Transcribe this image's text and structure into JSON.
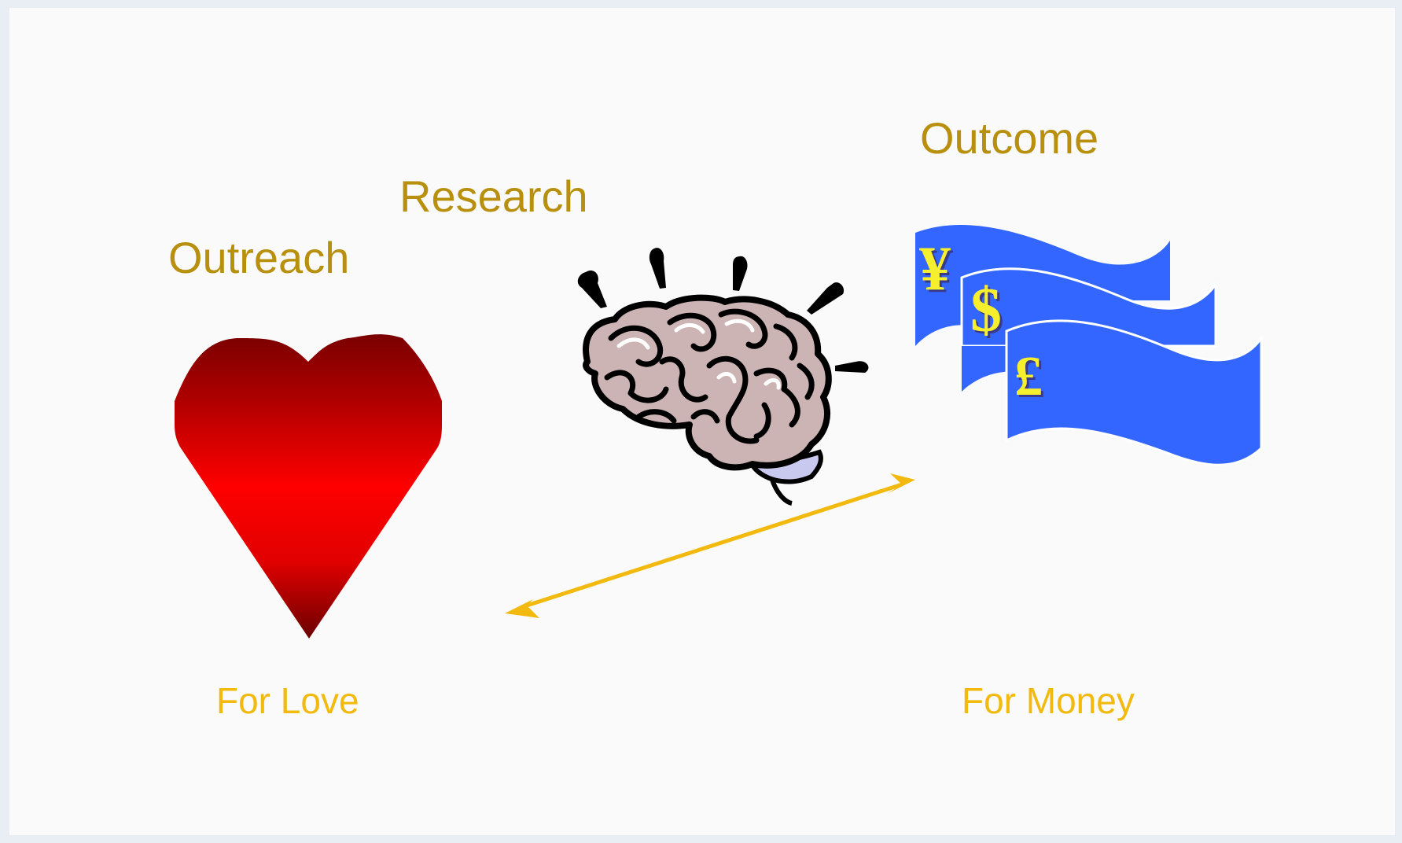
{
  "labels": {
    "outreach": "Outreach",
    "research": "Research",
    "outcome": "Outcome",
    "for_love": "For Love",
    "for_money": "For Money"
  },
  "currency_symbols": {
    "yen": "¥",
    "dollar": "$",
    "pound": "£"
  },
  "colors": {
    "heading_text": "#b8900e",
    "caption_text": "#f2b90f",
    "arrow": "#f2b90f",
    "banknote_blue": "#3366ff",
    "currency_symbol": "#f5ef2e",
    "heart_dark": "#7a0000",
    "heart_bright": "#ff0000",
    "brain_fill": "#cdb4b4"
  },
  "icons": [
    "heart-icon",
    "brain-icon",
    "banknotes-icon",
    "double-arrow-icon"
  ]
}
